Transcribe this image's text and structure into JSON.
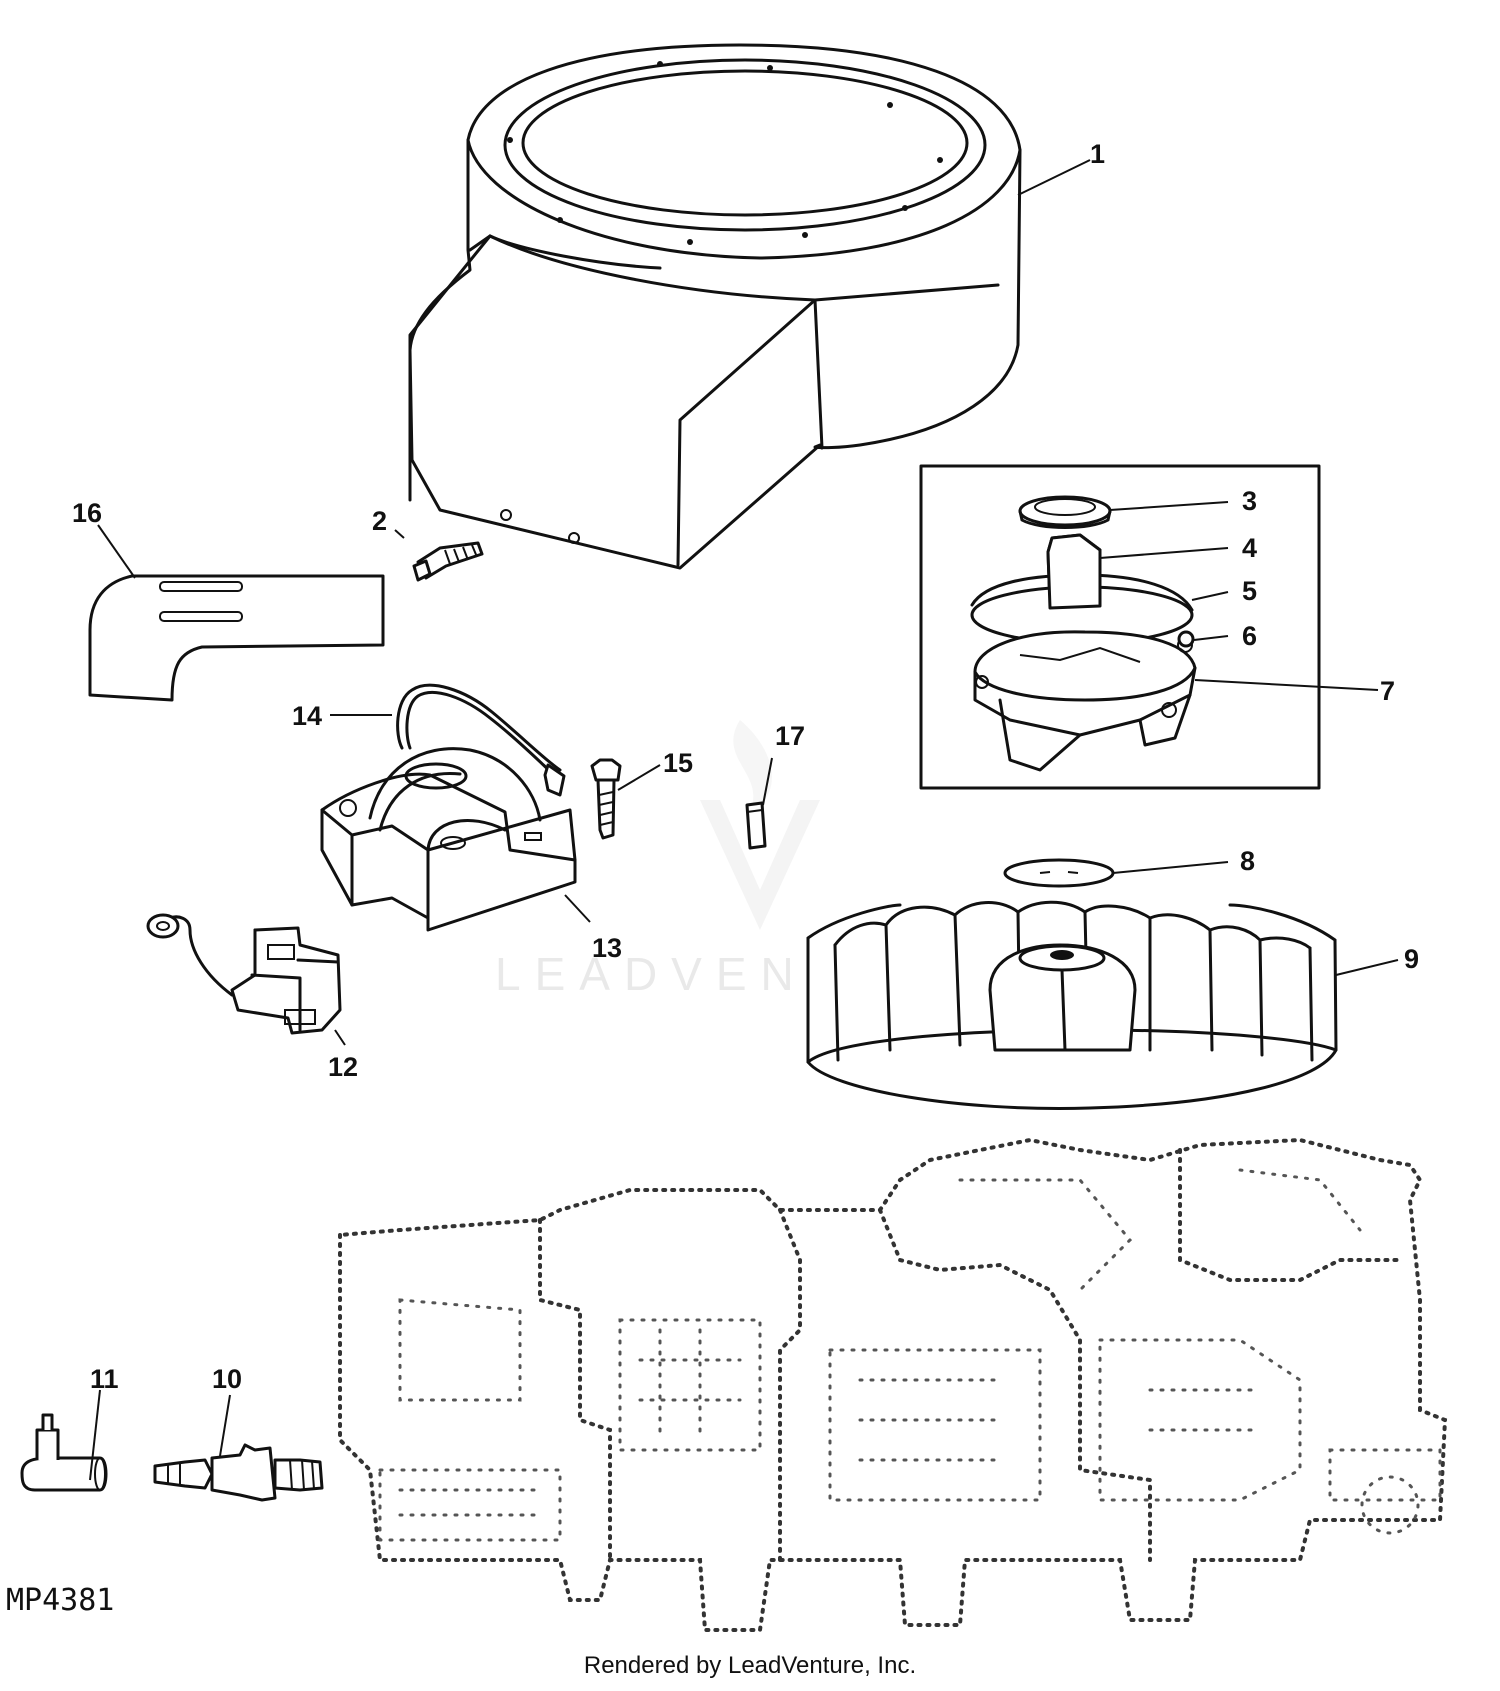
{
  "diagram_code": "MP4381",
  "watermark": "LEADVENTURE",
  "footer_text": "Rendered by LeadVenture, Inc.",
  "callouts": [
    "1",
    "2",
    "3",
    "4",
    "5",
    "6",
    "7",
    "8",
    "9",
    "10",
    "11",
    "12",
    "13",
    "14",
    "15",
    "16",
    "17"
  ]
}
